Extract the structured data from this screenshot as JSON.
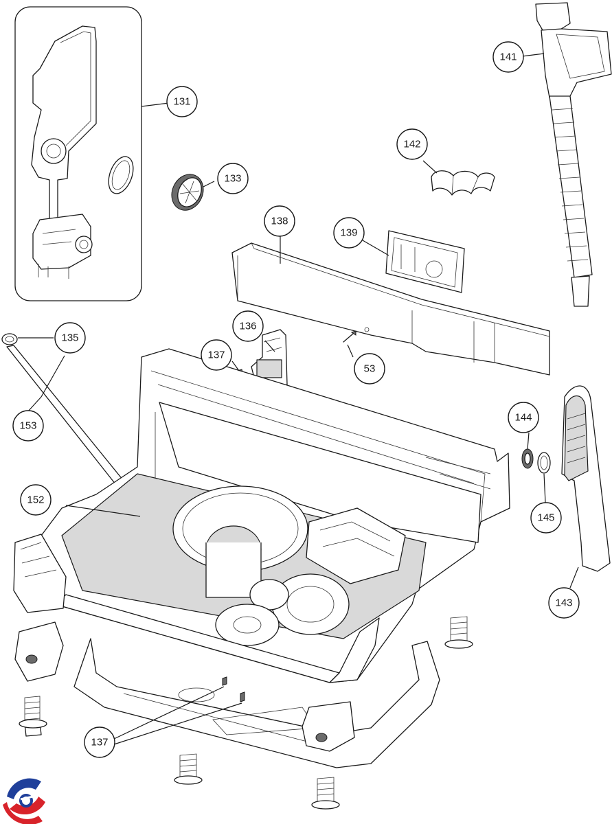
{
  "callouts": {
    "c131": "131",
    "c133": "133",
    "c135": "135",
    "c136": "136",
    "c137a": "137",
    "c137b": "137",
    "c138": "138",
    "c139": "139",
    "c141": "141",
    "c142": "142",
    "c143": "143",
    "c144": "144",
    "c145": "145",
    "c152": "152",
    "c153": "153",
    "c53": "53"
  },
  "colors": {
    "line": "#1a1a1a",
    "fill": "#ffffff",
    "shade": "#d9d9d9",
    "logo_blue": "#1f3f9a",
    "logo_red": "#d8232a"
  },
  "icons": {
    "logo": "brand-logo-icon"
  }
}
